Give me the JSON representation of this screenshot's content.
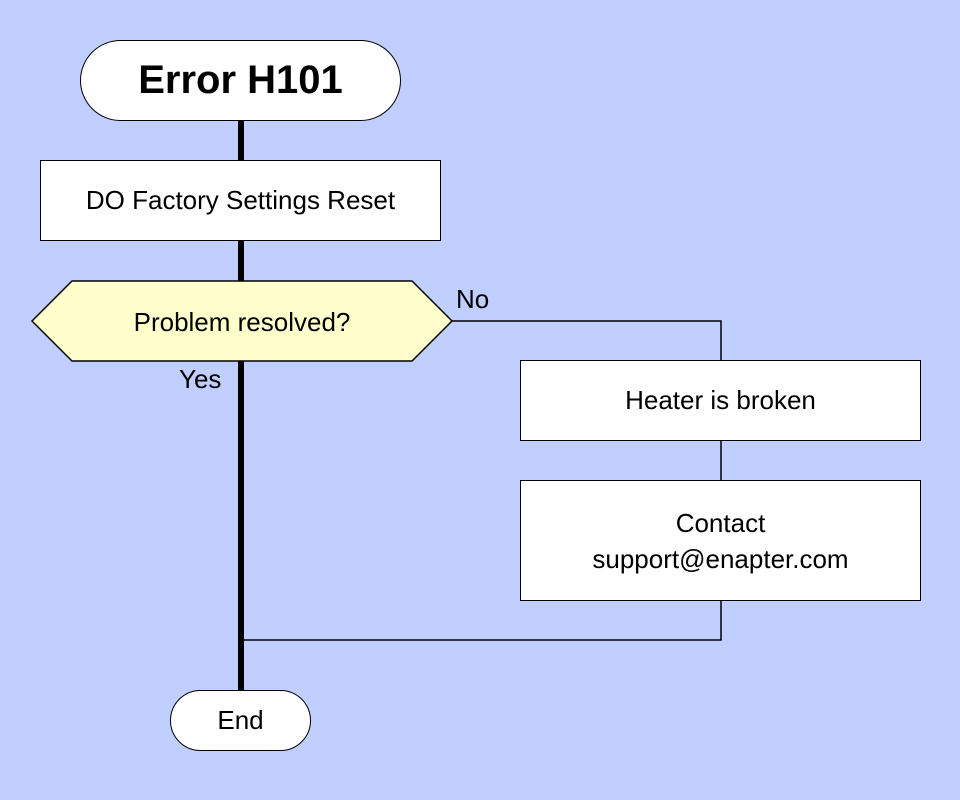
{
  "diagram": {
    "start": "Error H101",
    "step1": "DO Factory Settings Reset",
    "decision": "Problem resolved?",
    "no_label": "No",
    "yes_label": "Yes",
    "heater": "Heater is broken",
    "contact_line1": "Contact",
    "contact_line2": "support@enapter.com",
    "end": "End"
  },
  "colors": {
    "background": "#c0cfff",
    "decision_fill": "#ffffcc",
    "node_fill": "#ffffff",
    "line": "#000000"
  }
}
